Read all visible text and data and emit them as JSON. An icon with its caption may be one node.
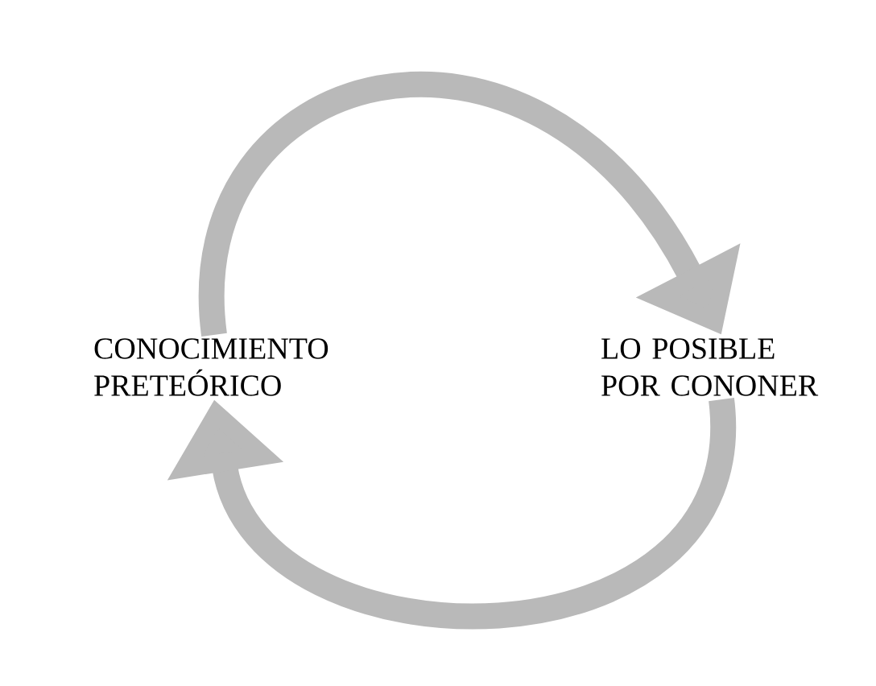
{
  "diagram": {
    "nodes": [
      {
        "text": [
          "CONOCIMIENTO PRETEÓRICO"
        ]
      },
      {
        "text": [
          "LO POSIBLE POR CONONER"
        ]
      }
    ],
    "edges": [
      {
        "from": 0,
        "to": 1,
        "arrow": "to"
      },
      {
        "from": 1,
        "to": 0,
        "arrow": "to"
      }
    ]
  }
}
